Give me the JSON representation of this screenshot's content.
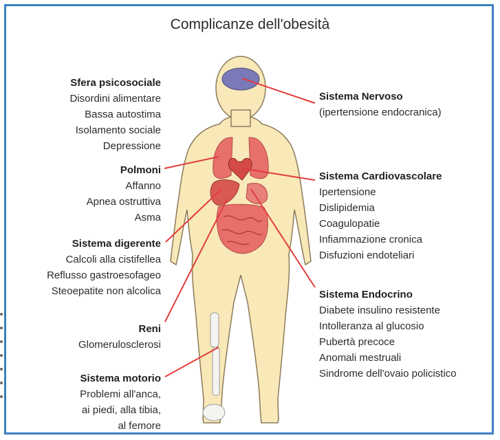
{
  "title": "Complicanze dell'obesità",
  "groups": {
    "psicosociale": {
      "head": "Sfera psicosociale",
      "items": [
        "Disordini alimentare",
        "Bassa autostima",
        "Isolamento sociale",
        "Depressione"
      ]
    },
    "polmoni": {
      "head": "Polmoni",
      "items": [
        "Affanno",
        "Apnea ostruttiva",
        "Asma"
      ]
    },
    "digerente": {
      "head": "Sistema digerente",
      "items": [
        "Calcoli alla cistifellea",
        "Reflusso gastroesofageo",
        "Steoepatite non alcolica"
      ]
    },
    "reni": {
      "head": "Reni",
      "items": [
        "Glomerulosclerosi"
      ]
    },
    "motorio": {
      "head": "Sistema motorio",
      "items": [
        "Problemi all'anca,",
        "ai piedi, alla tibia,",
        "al femore"
      ]
    },
    "nervoso": {
      "head": "Sistema Nervoso",
      "items": [
        "(ipertensione endocranica)"
      ]
    },
    "cardio": {
      "head": "Sistema Cardiovascolare",
      "items": [
        "Ipertensione",
        "Dislipidemia",
        "Coagulopatie",
        "Infiammazione cronica",
        "Disfuzioni endoteliari"
      ]
    },
    "endocrino": {
      "head": "Sistema Endocrino",
      "items": [
        "Diabete insulino resistente",
        "Intolleranza al glucosio",
        "Pubertà precoce",
        "Anomali mestruali",
        "Sindrome dell'ovaio policistico"
      ]
    }
  },
  "colors": {
    "frame": "#3d7fc1",
    "body": "#f9e8b8",
    "organ": "#e8706a",
    "line": "#e23c3c"
  }
}
